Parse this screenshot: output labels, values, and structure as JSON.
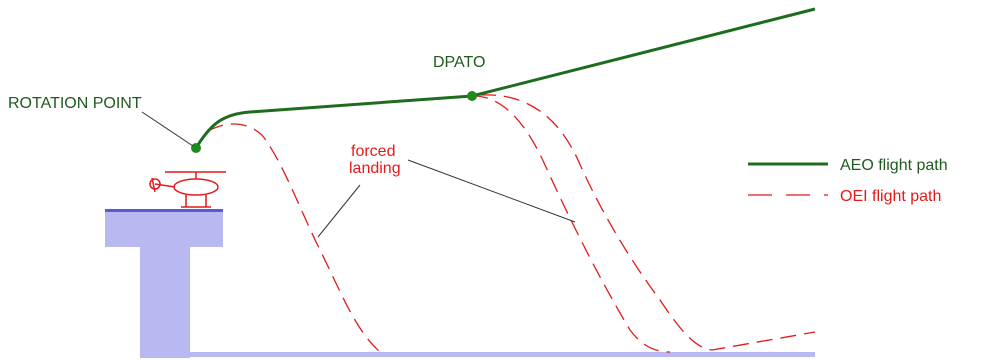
{
  "labels": {
    "rotation_point": "ROTATION POINT",
    "dpato": "DPATO",
    "forced_landing_line1": "forced",
    "forced_landing_line2": "landing"
  },
  "legend": {
    "aeo": "AEO flight path",
    "oei": "OEI flight path"
  },
  "colors": {
    "aeo_path": "#1f6b1f",
    "oei_path": "#e11b1b",
    "platform": "#b9b9f2",
    "ground": "#b9b9f2",
    "pointer": "#333333"
  },
  "icons": {
    "helicopter": "helicopter-icon"
  }
}
